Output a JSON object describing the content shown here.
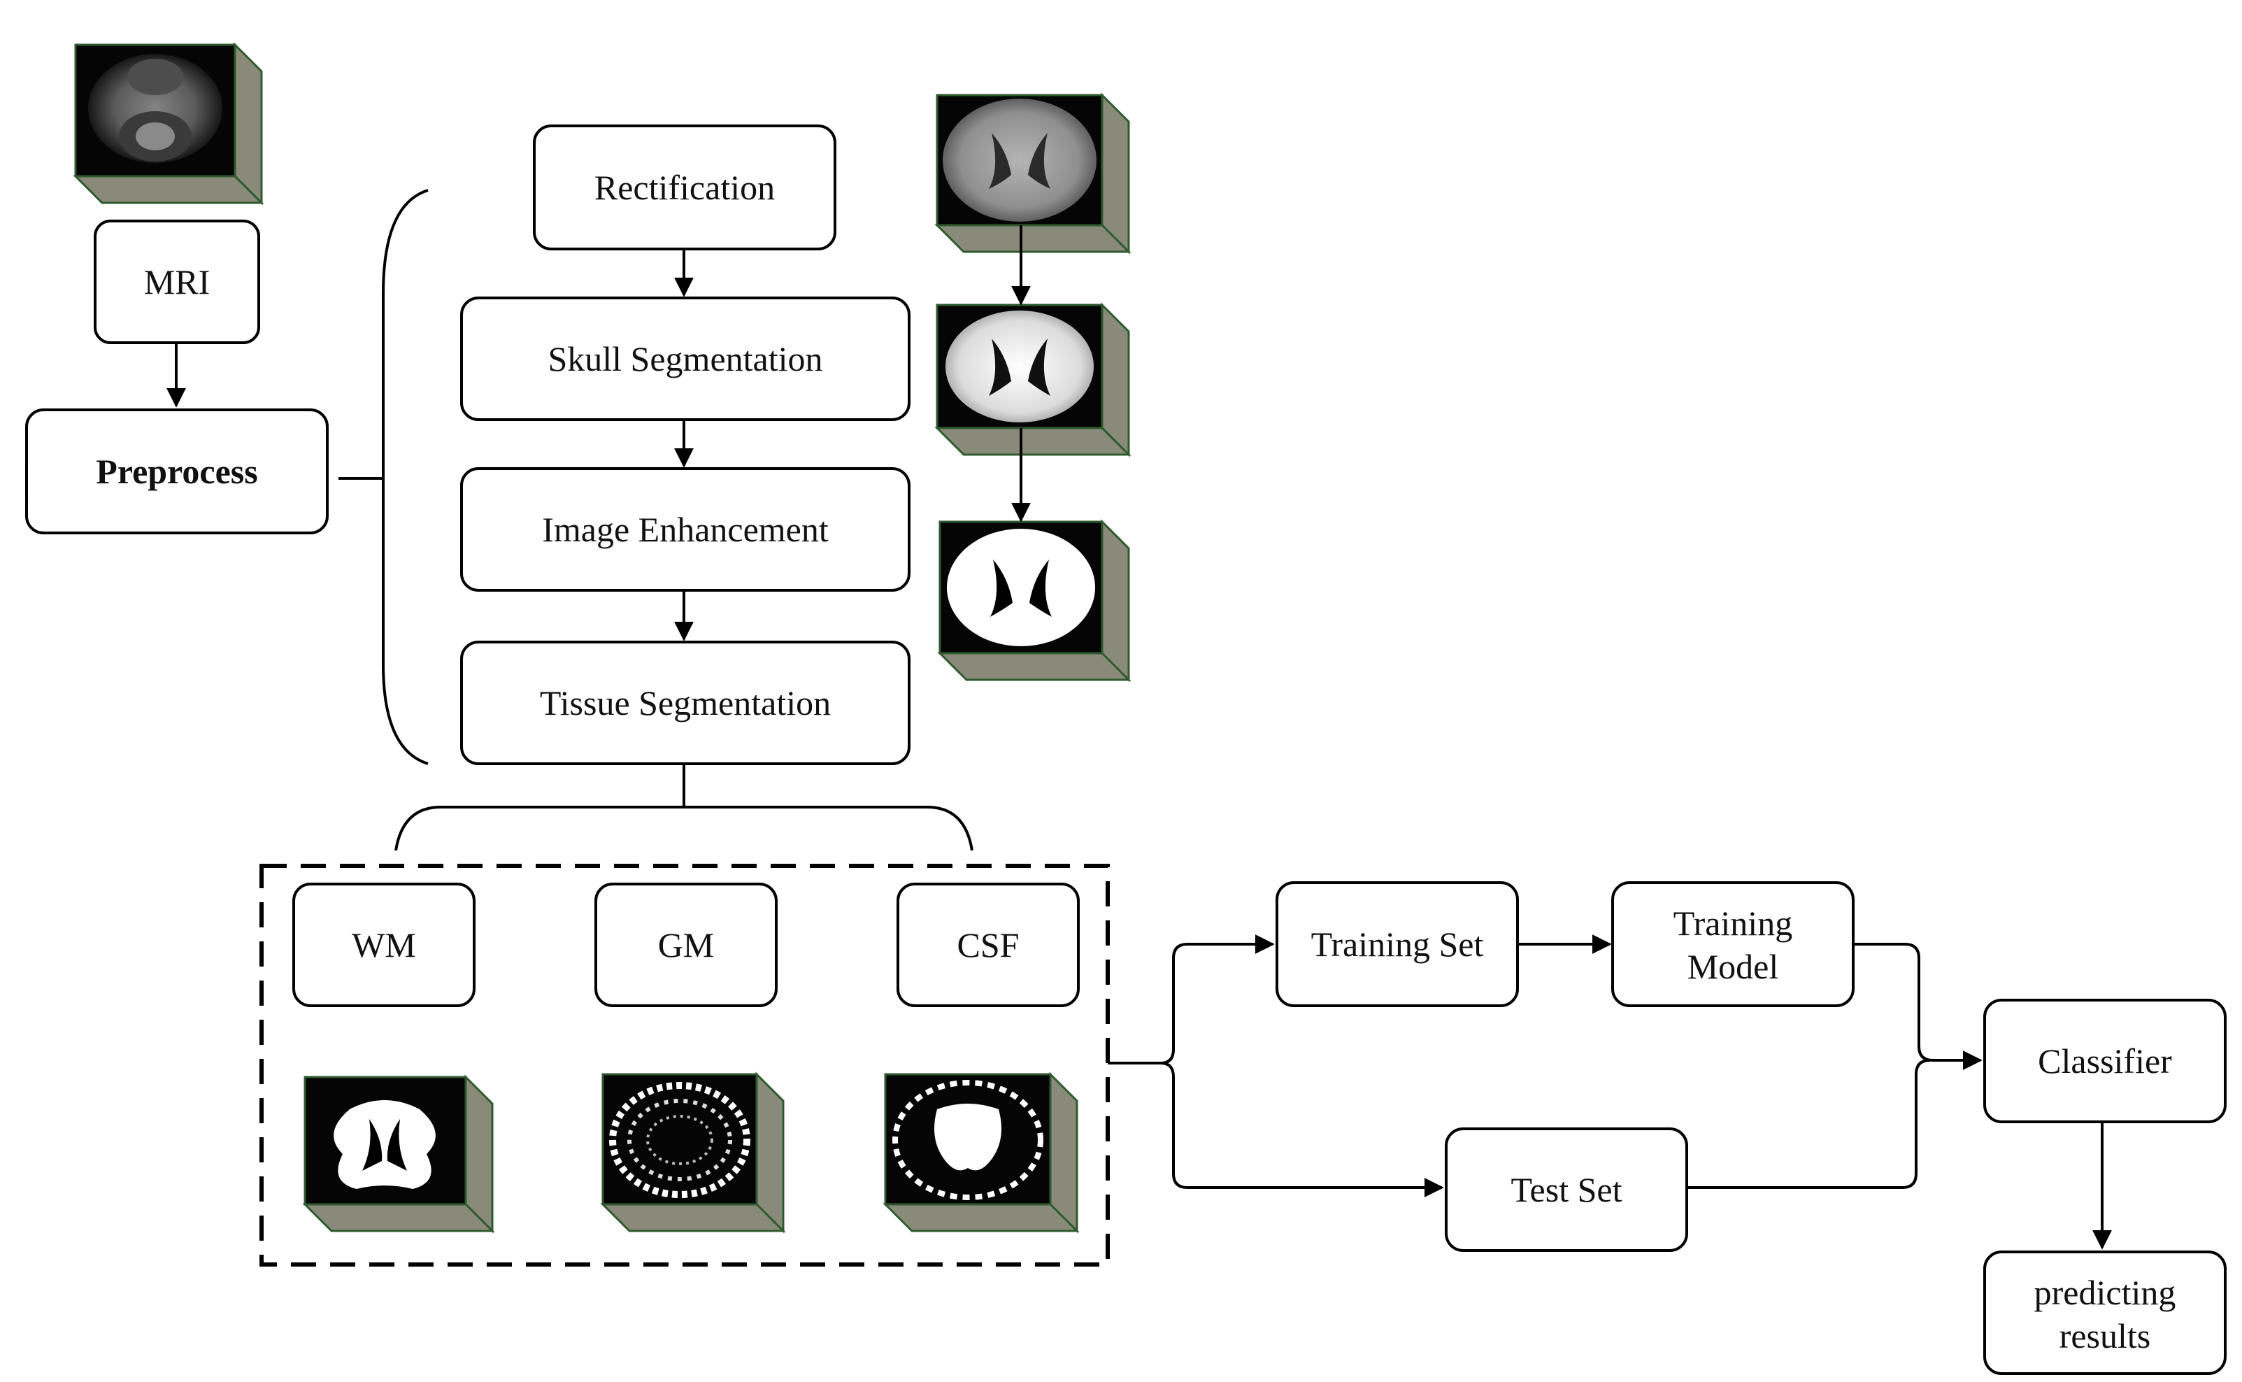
{
  "labels": {
    "mri": "MRI",
    "preprocess": "Preprocess",
    "rectification": "Rectification",
    "skull_segmentation": "Skull Segmentation",
    "image_enhancement": "Image Enhancement",
    "tissue_segmentation": "Tissue Segmentation",
    "wm": "WM",
    "gm": "GM",
    "csf": "CSF",
    "training_set": "Training Set",
    "training_model_line1": "Training",
    "training_model_line2": "Model",
    "test_set": "Test Set",
    "classifier": "Classifier",
    "predicting_results_line1": "predicting",
    "predicting_results_line2": "results"
  },
  "images": {
    "mri_scan": "raw axial MRI slice",
    "rectified_slice": "rectified brain slice",
    "skull_stripped_slice": "skull-stripped brain slice",
    "enhanced_slice": "enhanced brain slice",
    "wm_map": "white matter segmentation map",
    "gm_map": "gray matter segmentation map",
    "csf_map": "cerebrospinal fluid segmentation map"
  },
  "colors": {
    "cube_side": "#8a8a7a",
    "cube_edge": "#2f5a2f",
    "scan_background": "#050505"
  }
}
